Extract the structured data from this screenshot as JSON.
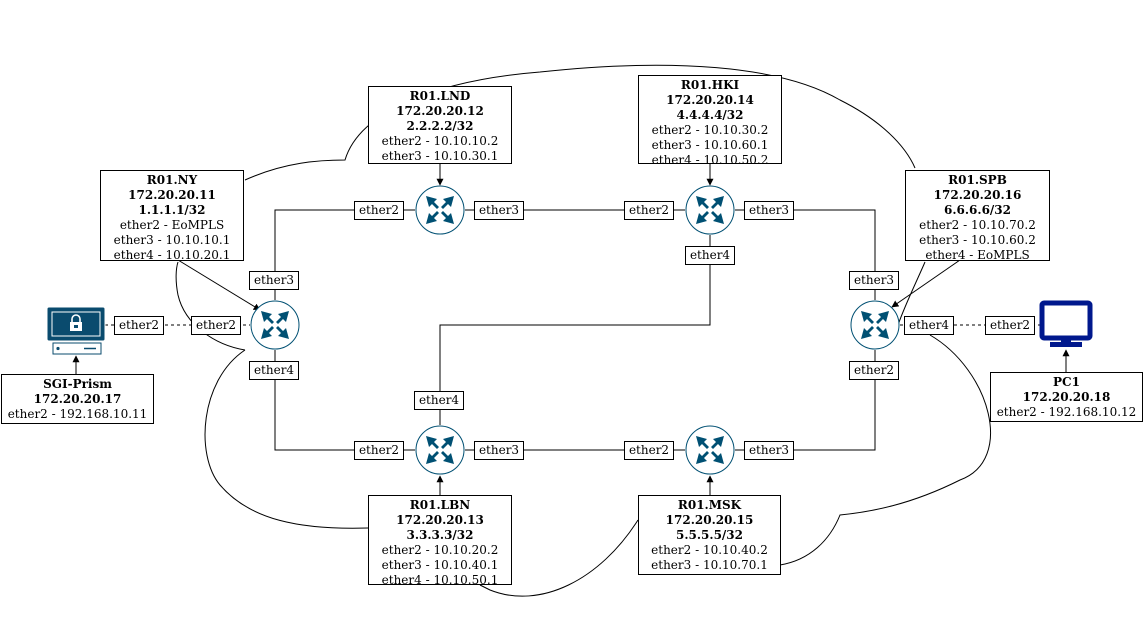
{
  "colors": {
    "router_fill": "#005073",
    "host_fill": "#0a4b6e",
    "pc_fill": "#00188d",
    "line": "#000000"
  },
  "icons": {
    "router": "router-icon",
    "server": "locked-server-icon",
    "pc": "monitor-icon"
  },
  "nodes": {
    "lnd": {
      "name": "R01.LND",
      "lines": [
        "172.20.20.12",
        "2.2.2.2/32"
      ],
      "details": [
        "ether2 - 10.10.10.2",
        "ether3 - 10.10.30.1"
      ]
    },
    "hki": {
      "name": "R01.HKI",
      "lines": [
        "172.20.20.14",
        "4.4.4.4/32"
      ],
      "details": [
        "ether2 - 10.10.30.2",
        "ether3 - 10.10.60.1",
        "ether4 - 10.10.50.2"
      ]
    },
    "ny": {
      "name": "R01.NY",
      "lines": [
        "172.20.20.11",
        "1.1.1.1/32"
      ],
      "details": [
        "ether2 - EoMPLS",
        "ether3 - 10.10.10.1",
        "ether4 - 10.10.20.1"
      ]
    },
    "spb": {
      "name": "R01.SPB",
      "lines": [
        "172.20.20.16",
        "6.6.6.6/32"
      ],
      "details": [
        "ether2 - 10.10.70.2",
        "ether3 - 10.10.60.2",
        "ether4 - EoMPLS"
      ]
    },
    "lbn": {
      "name": "R01.LBN",
      "lines": [
        "172.20.20.13",
        "3.3.3.3/32"
      ],
      "details": [
        "ether2 - 10.10.20.2",
        "ether3 - 10.10.40.1",
        "ether4 - 10.10.50.1"
      ]
    },
    "msk": {
      "name": "R01.MSK",
      "lines": [
        "172.20.20.15",
        "5.5.5.5/32"
      ],
      "details": [
        "ether2 - 10.10.40.2",
        "ether3 - 10.10.70.1"
      ]
    },
    "sgi": {
      "name": "SGI-Prism",
      "lines": [
        "172.20.20.17"
      ],
      "details": [
        "ether2 - 192.168.10.11"
      ]
    },
    "pc1": {
      "name": "PC1",
      "lines": [
        "172.20.20.18"
      ],
      "details": [
        "ether2 - 192.168.10.12"
      ]
    }
  },
  "ports": {
    "lnd_e2": "ether2",
    "lnd_e3": "ether3",
    "hki_e2": "ether2",
    "hki_e3": "ether3",
    "hki_e4": "ether4",
    "ny_e3": "ether3",
    "ny_e2": "ether2",
    "ny_e4": "ether4",
    "sgi_e2": "ether2",
    "spb_e3": "ether3",
    "spb_e4": "ether4",
    "spb_e2": "ether2",
    "pc_e2": "ether2",
    "lbn_e4": "ether4",
    "lbn_e2": "ether2",
    "lbn_e3": "ether3",
    "msk_e2": "ether2",
    "msk_e3": "ether3"
  }
}
